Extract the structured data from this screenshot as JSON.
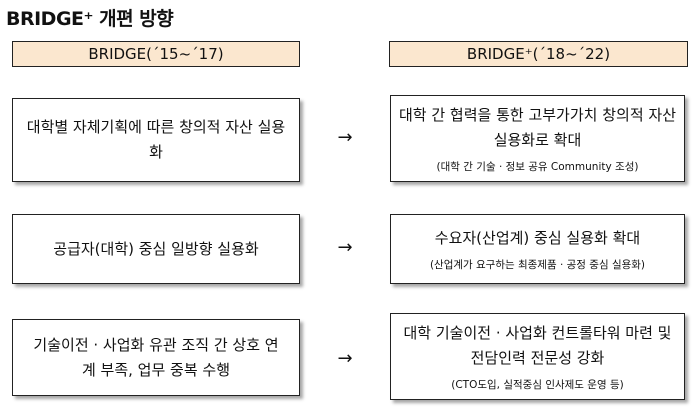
{
  "title": "BRIDGE⁺ 개편 방향",
  "headers": {
    "left": "BRIDGE(´15~´17)",
    "right": "BRIDGE⁺(´18~´22)"
  },
  "arrow_glyph": "→",
  "rows": [
    {
      "left": "대학별 자체기획에 따른 창의적 자산 실용화",
      "right_main": "대학 간 협력을 통한 고부가가치 창의적 자산 실용화로 확대",
      "right_sub": "(대학 간 기술 · 정보 공유 Community 조성)"
    },
    {
      "left": "공급자(대학) 중심 일방향 실용화",
      "right_main": "수요자(산업계) 중심 실용화 확대",
      "right_sub": "(산업계가 요구하는 최종제품 · 공정 중심 실용화)"
    },
    {
      "left": "기술이전 · 사업화 유관 조직 간 상호 연계 부족, 업무 중복 수행",
      "right_main": "대학 기술이전 · 사업화 컨트롤타워 마련 및 전담인력 전문성 강화",
      "right_sub": "(CTO도입, 실적중심 인사제도 운영 등)"
    }
  ]
}
